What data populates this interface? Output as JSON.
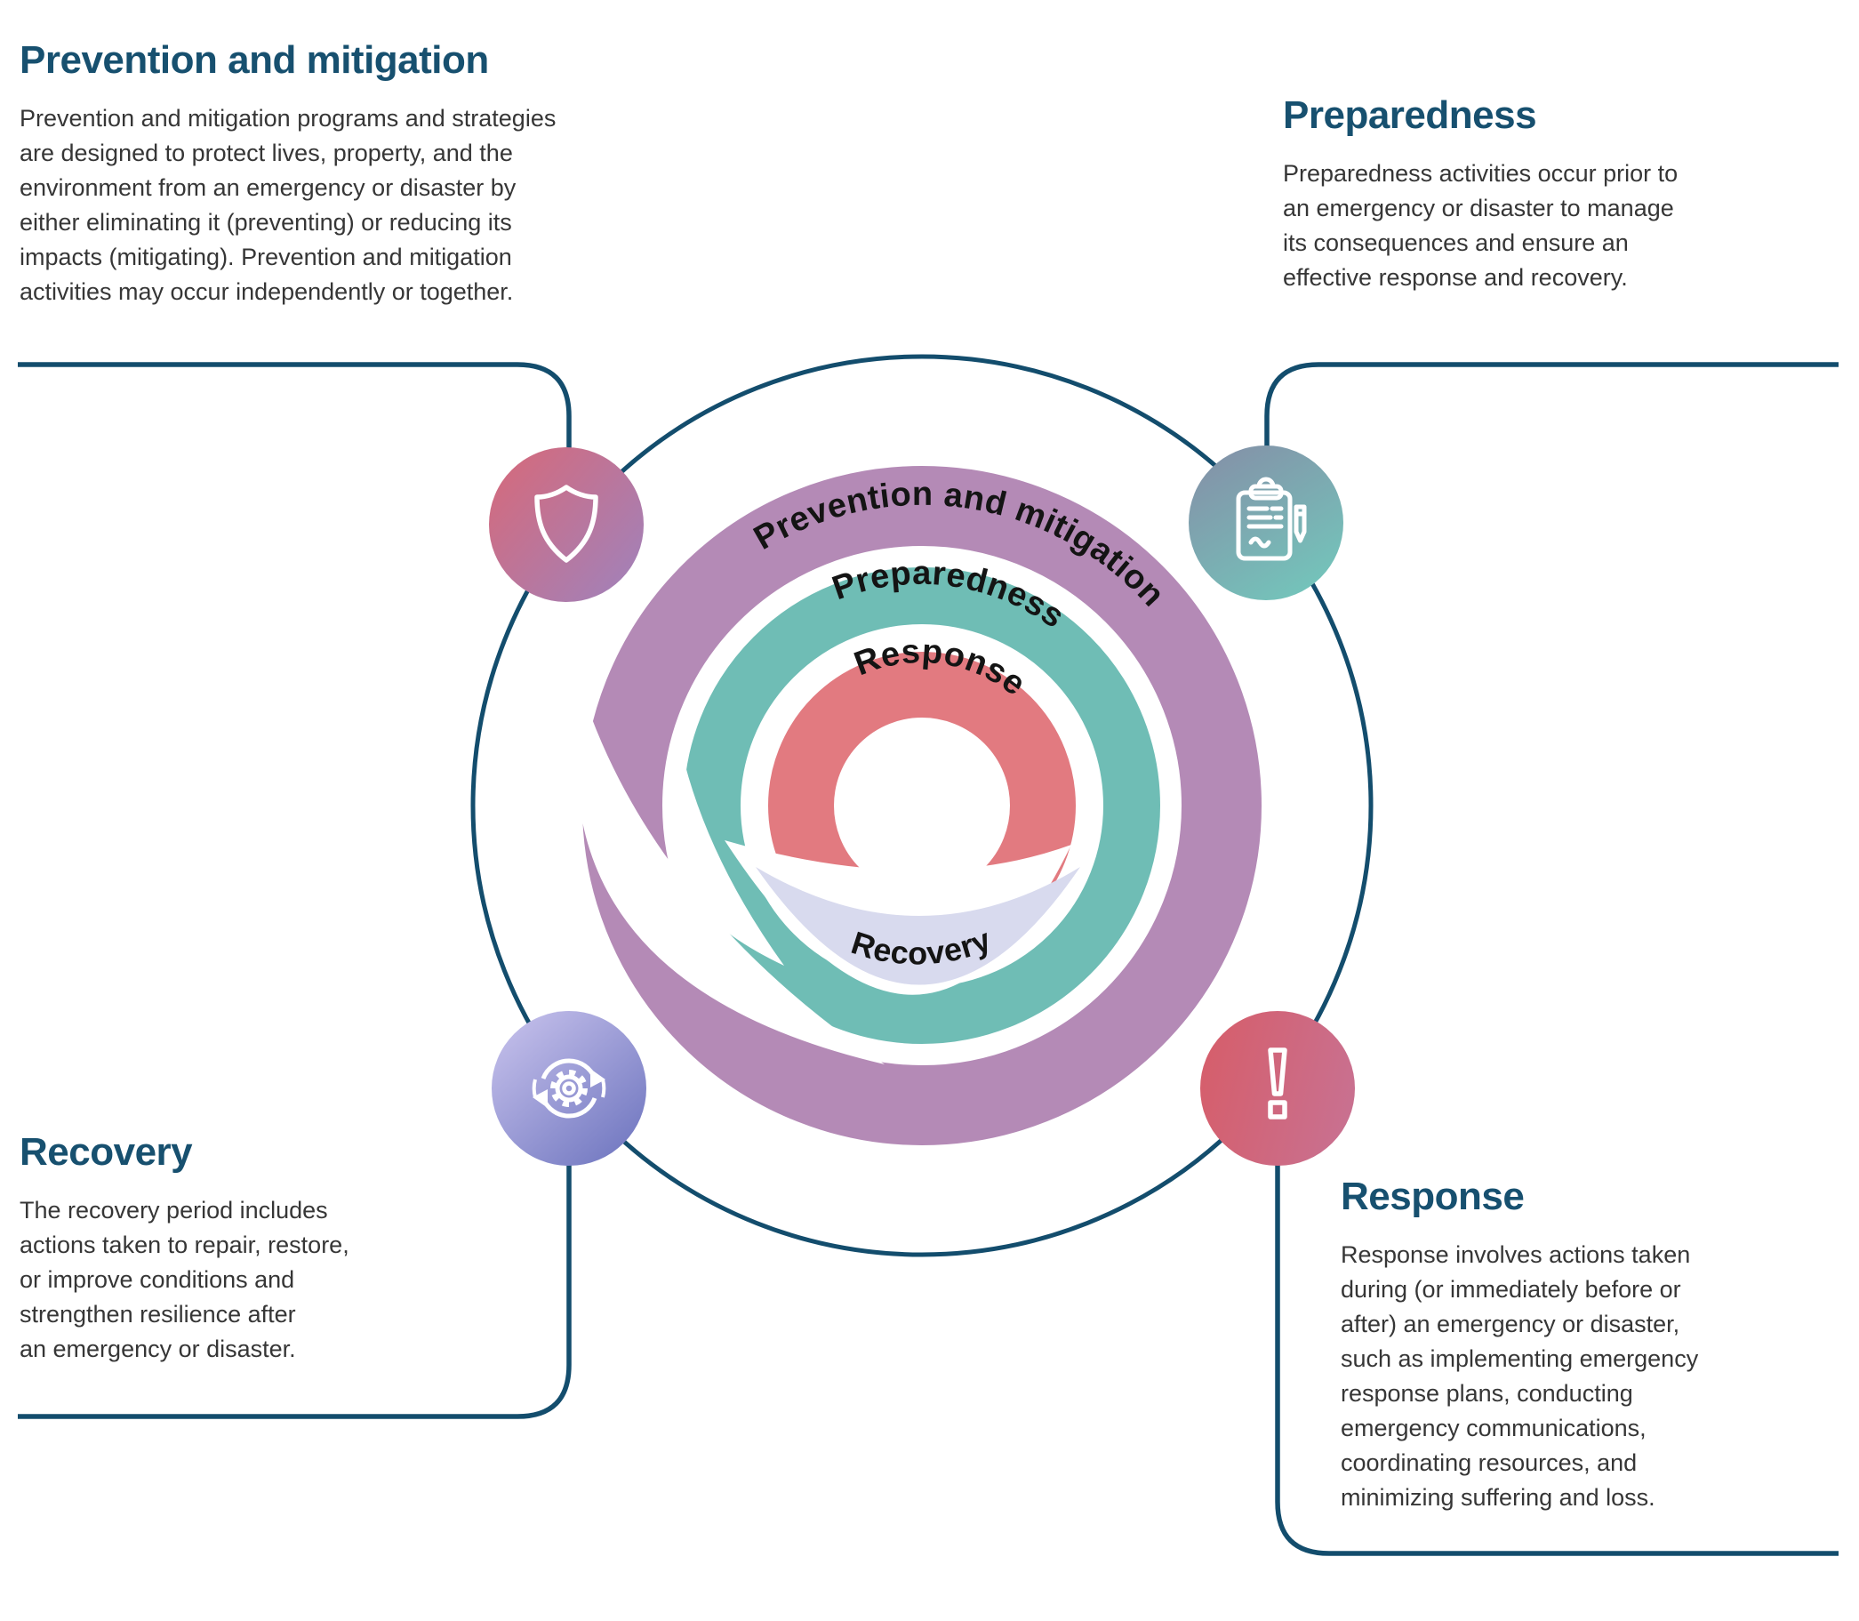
{
  "colors": {
    "line_navy": "#134d6d",
    "heading_navy": "#17506f",
    "body_text": "#363636",
    "ring_purple": "#b48ab6",
    "ring_teal": "#6fbdb5",
    "ring_red": "#e27a80",
    "recovery_lavender": "#d8daee",
    "label_black": "#141414",
    "icon_stroke": "#ffffff"
  },
  "blocks": {
    "prevention": {
      "title": "Prevention and mitigation",
      "body": "Prevention and mitigation programs and strategies\nare designed to protect lives, property, and the\nenvironment from an emergency or disaster by\neither eliminating it (preventing) or reducing its\nimpacts (mitigating). Prevention and mitigation\nactivities may occur independently or together."
    },
    "preparedness": {
      "title": "Preparedness",
      "body": "Preparedness activities occur prior to\nan emergency or disaster to manage\nits consequences and ensure an\neffective response and recovery."
    },
    "recovery": {
      "title": "Recovery",
      "body": "The recovery period includes\nactions taken to repair, restore,\nor improve conditions and\nstrengthen resilience after\nan emergency or disaster."
    },
    "response": {
      "title": "Response",
      "body": "Response involves actions taken\nduring (or immediately before or\nafter) an emergency or disaster,\nsuch as implementing emergency\nresponse plans, conducting\nemergency communications,\ncoordinating resources, and\nminimizing suffering and loss."
    }
  },
  "cycle": {
    "ring_labels": {
      "outer": "Prevention and mitigation",
      "middle": "Preparedness",
      "inner": "Response",
      "crescent": "Recovery"
    },
    "icons": {
      "prevention": "shield",
      "preparedness": "clipboard-checklist",
      "recovery": "gear-cycle-arrows",
      "response": "exclamation-mark"
    }
  }
}
